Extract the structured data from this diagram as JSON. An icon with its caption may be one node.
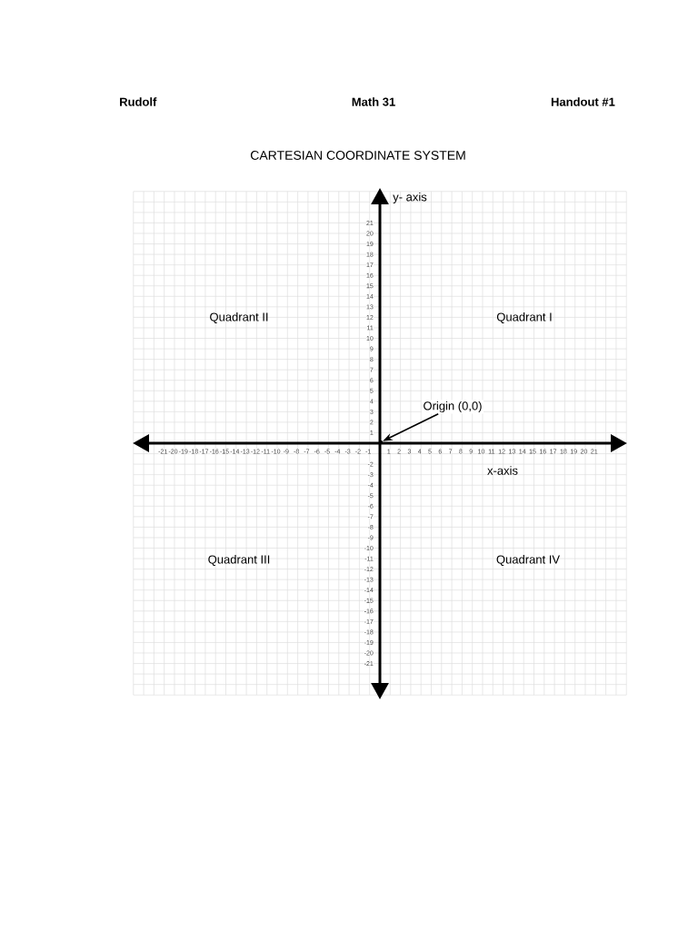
{
  "diagram": {
    "title": "CARTESIAN COORDINATE SYSTEM",
    "nodes": [
      {
        "text": [
          "Origin (0,0)"
        ]
      },
      {
        "text": [],
        "shape": "circle"
      }
    ],
    "edges": [
      {
        "from": 0,
        "to": 1,
        "arrow": "to"
      }
    ],
    "labels": [
      "Rudolf",
      "Math 31",
      "Handout #1",
      "y- axis",
      "21",
      "20",
      "19",
      "18",
      "17",
      "16",
      "15",
      "14",
      "13",
      "12",
      "11",
      "10",
      "9",
      "8",
      "7",
      "6",
      "5",
      "4",
      "3",
      "2",
      "1",
      "Quadrant II",
      "Quadrant I",
      "-21",
      "-20",
      "-19",
      "-18",
      "-17",
      "-16",
      "-15",
      "-14",
      "-13",
      "-12",
      "-11",
      "-10",
      "-9",
      "-8",
      "-7",
      "-6",
      "-5",
      "-4",
      "-3",
      "-2",
      "-1",
      "1",
      "2",
      "3",
      "4",
      "5",
      "6",
      "7",
      "8",
      "9",
      "10",
      "11",
      "12",
      "13",
      "14",
      "15",
      "16",
      "17",
      "18",
      "19",
      "20",
      "21",
      "x-axis",
      "-2",
      "-3",
      "-4",
      "-5",
      "-6",
      "-7",
      "-8",
      "-9",
      "-10",
      "-11",
      "-12",
      "-13",
      "-14",
      "-15",
      "-16",
      "-17",
      "-18",
      "-19",
      "-20",
      "-21",
      "Quadrant III",
      "Quadrant IV"
    ]
  }
}
